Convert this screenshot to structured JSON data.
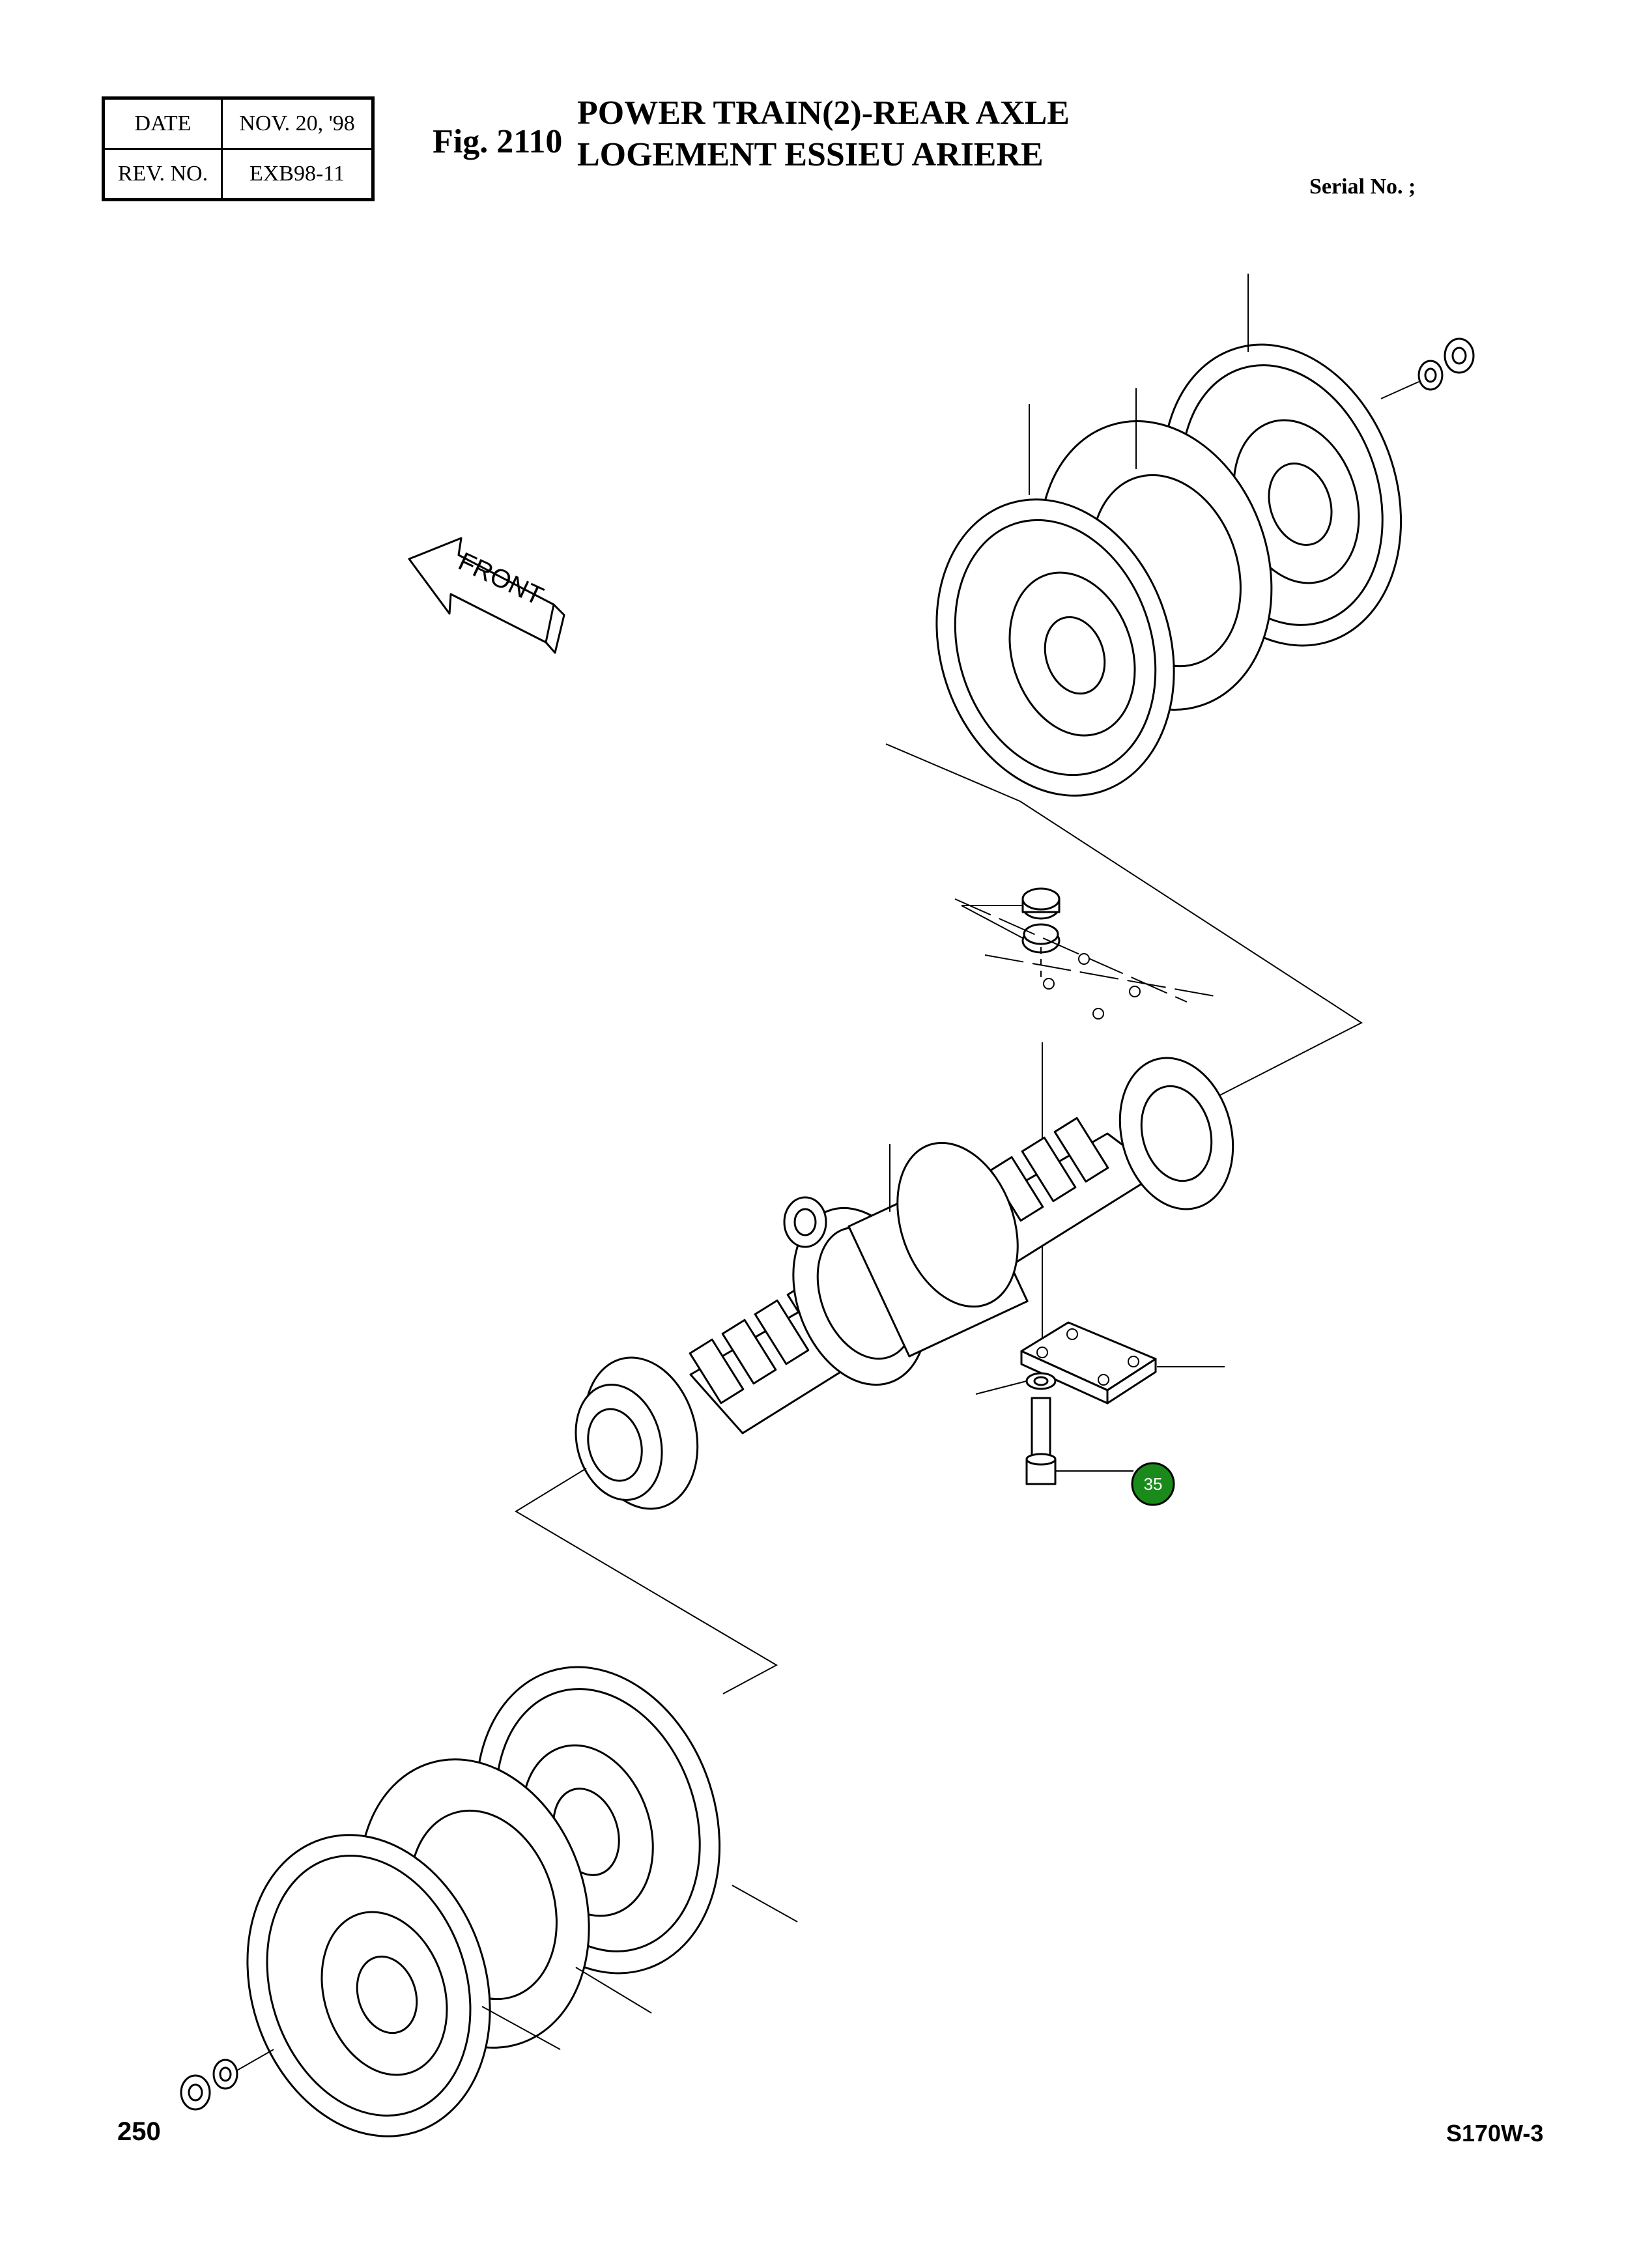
{
  "header": {
    "date_label": "DATE",
    "date_value": "NOV. 20, '98",
    "rev_label": "REV. NO.",
    "rev_value": "EXB98-11"
  },
  "figure": {
    "number": "Fig. 2110",
    "title_line1": "POWER TRAIN(2)-REAR AXLE",
    "title_line2": "LOGEMENT ESSIEU ARIERE"
  },
  "serial_label": "Serial No. ;",
  "front_arrow_label": "FRONT",
  "callouts": [
    {
      "label": "35",
      "color": "#1a8a1a"
    }
  ],
  "footer": {
    "page_number": "250",
    "model": "S170W-3"
  }
}
